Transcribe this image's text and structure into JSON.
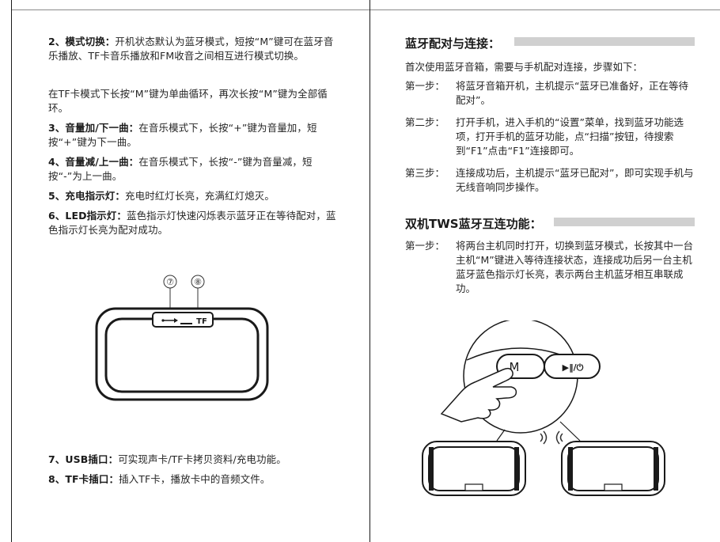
{
  "left": {
    "items": [
      {
        "title": "2、模式切换：",
        "text": "开机状态默认为蓝牙模式，短按“M”键可在蓝牙音乐播放、TF卡音乐播放和FM收音之间相互进行模式切换。"
      },
      {
        "title": "",
        "text": "在TF卡模式下长按“M”键为单曲循环，再次长按“M”键为全部循环。"
      },
      {
        "title": "3、音量加/下一曲：",
        "text": "在音乐模式下，长按“+”键为音量加，短按“+”键为下一曲。"
      },
      {
        "title": "4、音量减/上一曲：",
        "text": "在音乐模式下，长按“-”键为音量减，短按“-”为上一曲。"
      },
      {
        "title": "5、充电指示灯：",
        "text": "充电时红灯长亮，充满红灯熄灭。"
      },
      {
        "title": "6、LED指示灯：",
        "text": "蓝色指示灯快速闪烁表示蓝牙正在等待配对，蓝色指示灯长亮为配对成功。"
      },
      {
        "title": "7、USB插口：",
        "text": "可实现声卡/TF卡拷贝资料/充电功能。"
      },
      {
        "title": "8、TF卡插口：",
        "text": "插入TF卡，播放卡中的音频文件。"
      }
    ],
    "figure": {
      "callout_7": "⑦",
      "callout_8": "⑧",
      "port_label": "TF"
    }
  },
  "right": {
    "pairing": {
      "heading": "蓝牙配对与连接：",
      "intro": "首次使用蓝牙音箱，需要与手机配对连接，步骤如下：",
      "steps": [
        {
          "label": "第一步：",
          "text": "将蓝牙音箱开机，主机提示“蓝牙已准备好，正在等待配对”。"
        },
        {
          "label": "第二步：",
          "text": "打开手机，进入手机的“设置”菜单，找到蓝牙功能选项，打开手机的蓝牙功能，点“扫描”按钮，待搜索到“F1”点击“F1”连接即可。"
        },
        {
          "label": "第三步：",
          "text": "连接成功后，主机提示“蓝牙已配对”，即可实现手机与无线音响同步操作。"
        }
      ]
    },
    "tws": {
      "heading": "双机TWS蓝牙互连功能：",
      "steps": [
        {
          "label": "第一步：",
          "text": "将两台主机同时打开，切换到蓝牙模式，长按其中一台主机“M”键进入等待连接状态，连接成功后另一台主机蓝牙蓝色指示灯长亮，表示两台主机蓝牙相互串联成功。"
        }
      ]
    },
    "figure": {
      "button_m": "M",
      "button_play": "▶‖/⏻"
    }
  }
}
